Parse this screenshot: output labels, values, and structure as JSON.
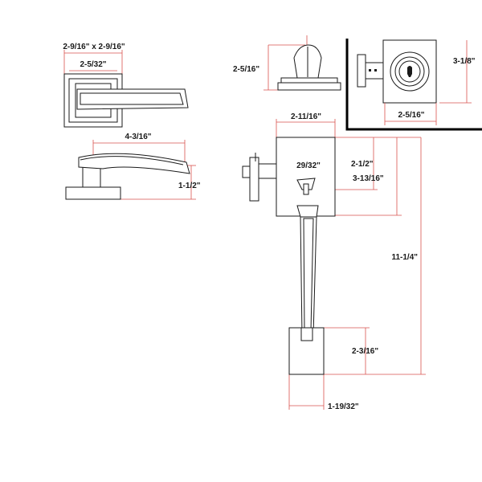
{
  "colors": {
    "line": "#1a1a1a",
    "dimension": "#d9534f",
    "inset_frame": "#000000",
    "background": "#ffffff"
  },
  "lever": {
    "rose_size": "2-9/16\" x 2-9/16\"",
    "inner_width": "2-5/32\"",
    "lever_length": "4-3/16\"",
    "projection": "1-1/2\""
  },
  "deadbolt_side": {
    "height": "2-5/16\""
  },
  "deadbolt_inset": {
    "height": "3-1/8\"",
    "width": "2-5/16\""
  },
  "handleset": {
    "plate_width": "2-11/16\"",
    "thumb_width": "29/32\"",
    "top_to_bolt": "2-1/2\"",
    "top_to_handle": "3-13/16\"",
    "overall_height": "11-1/4\"",
    "bottom_plate_height": "2-3/16\"",
    "bottom_plate_width": "1-19/32\""
  }
}
